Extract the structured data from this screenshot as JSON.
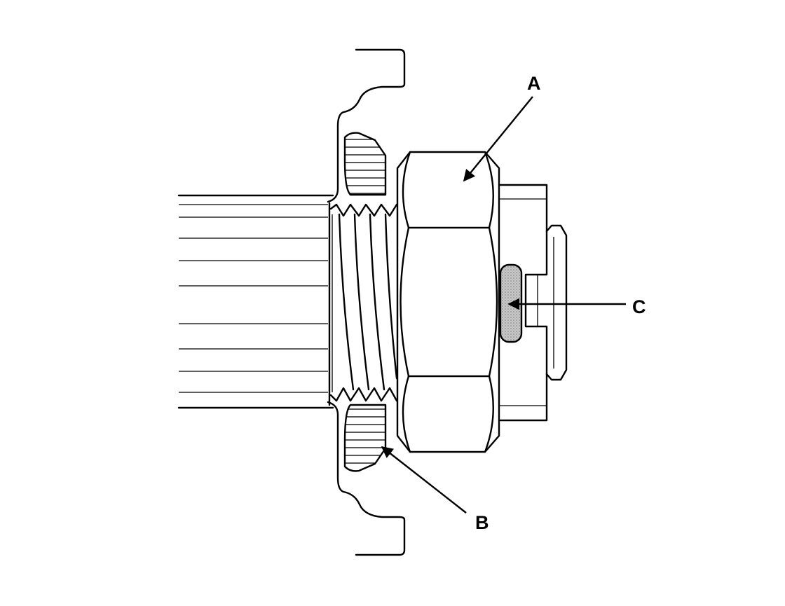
{
  "callouts": {
    "a": {
      "label": "A",
      "target": "hex-nut"
    },
    "b": {
      "label": "B",
      "target": "sealing-ring"
    },
    "c": {
      "label": "C",
      "target": "locking-tab"
    }
  },
  "colors": {
    "line": "#000000",
    "background": "#ffffff",
    "shade": "#bdbdbd"
  }
}
